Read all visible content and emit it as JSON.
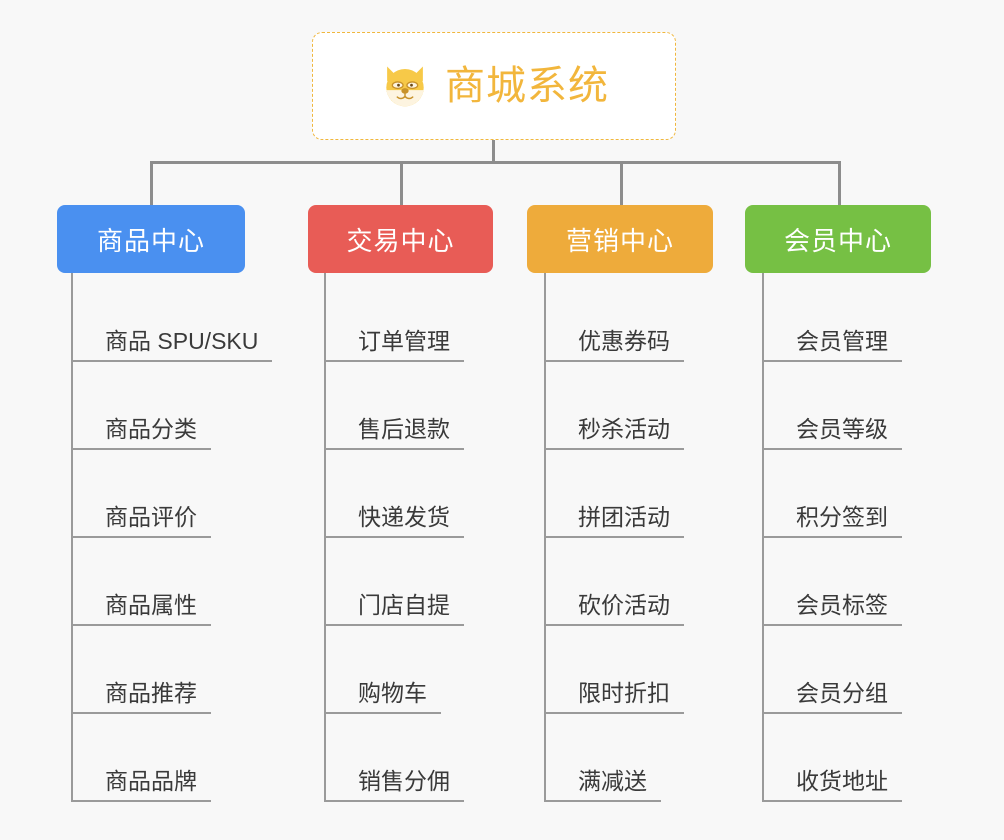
{
  "diagram": {
    "type": "mindmap-tree",
    "background_color": "#f8f8f8",
    "connector_color": "#8d8d8d",
    "root": {
      "title": "商城系统",
      "icon": "dog-face-emoji",
      "text_color": "#f2b63c",
      "border_color": "#f0b73e",
      "background_color": "#ffffff"
    },
    "branches": [
      {
        "label": "商品中心",
        "color": "#4a90f0",
        "items": [
          "商品 SPU/SKU",
          "商品分类",
          "商品评价",
          "商品属性",
          "商品推荐",
          "商品品牌"
        ]
      },
      {
        "label": "交易中心",
        "color": "#e85c56",
        "items": [
          "订单管理",
          "售后退款",
          "快递发货",
          "门店自提",
          "购物车",
          "销售分佣"
        ]
      },
      {
        "label": "营销中心",
        "color": "#eeab3b",
        "items": [
          "优惠券码",
          "秒杀活动",
          "拼团活动",
          "砍价活动",
          "限时折扣",
          "满减送"
        ]
      },
      {
        "label": "会员中心",
        "color": "#76c044",
        "items": [
          "会员管理",
          "会员等级",
          "积分签到",
          "会员标签",
          "会员分组",
          "收货地址"
        ]
      }
    ]
  }
}
